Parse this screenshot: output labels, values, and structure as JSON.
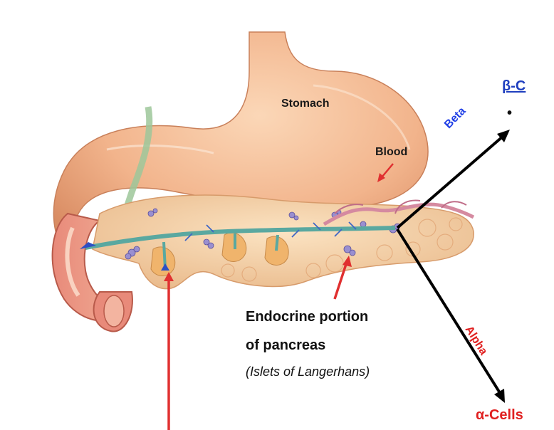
{
  "labels": {
    "stomach": "Stomach",
    "blood": "Blood",
    "endocrine_line1": "Endocrine portion",
    "endocrine_line2": "of pancreas",
    "islets": "(Islets of Langerhans)",
    "beta_arrow": "Beta",
    "alpha_arrow": "Alpha",
    "beta_cells_heading": "β-C",
    "bullet_text": "•",
    "alpha_cells_text": "α-Cells"
  },
  "colors": {
    "beta": "#2140e6",
    "alpha": "#e02020",
    "pointer": "#e03030",
    "stomach": "#f2b48c",
    "pancreas": "#f4cda4",
    "duct": "#5aa8a0",
    "islet": "#9a8fd0"
  }
}
